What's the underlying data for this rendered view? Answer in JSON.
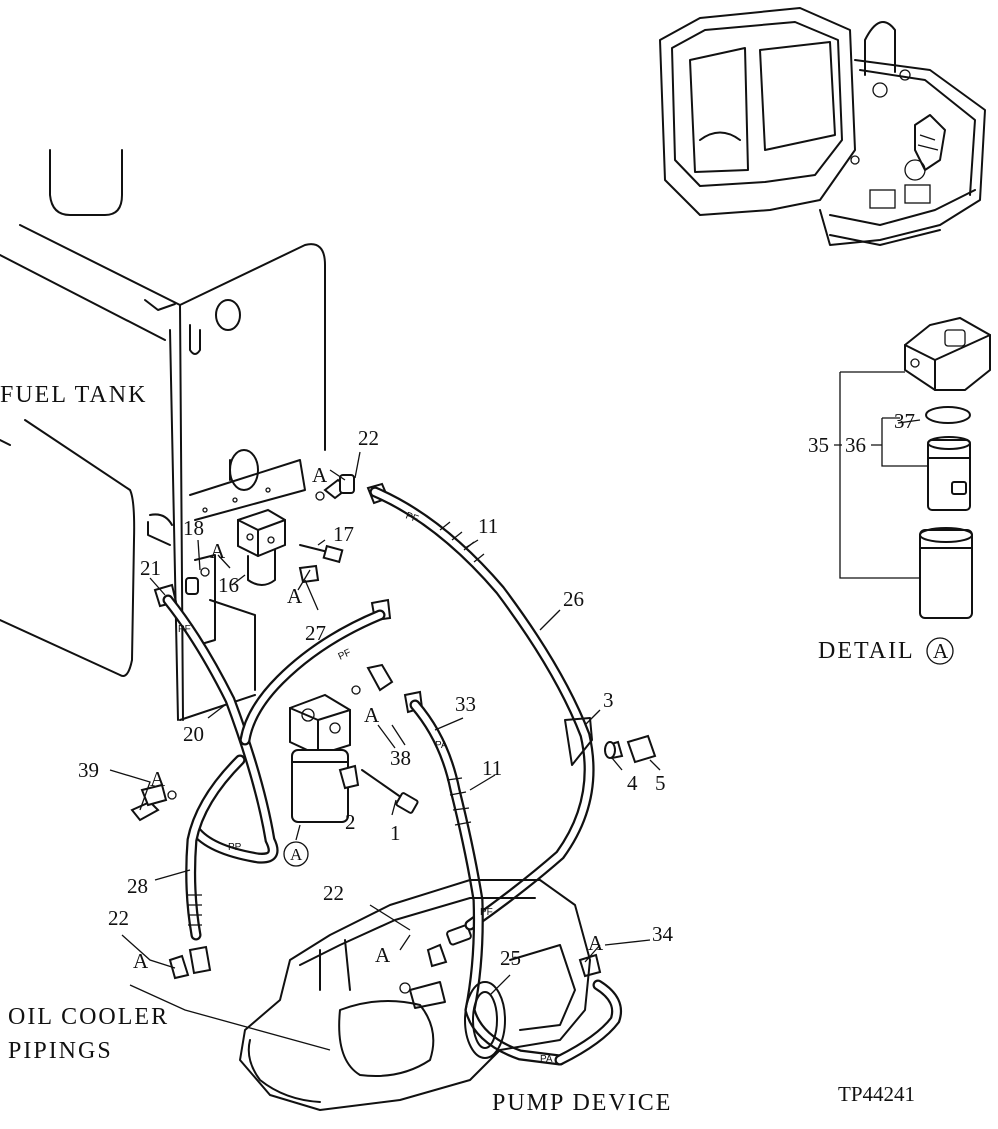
{
  "labels": {
    "fuel_tank": "FUEL TANK",
    "oil_cooler_line1": "OIL COOLER",
    "oil_cooler_line2": "PIPINGS",
    "pump_device": "PUMP DEVICE",
    "figure_code": "TP44241",
    "detail_word": "DETAIL",
    "detail_letter": "A"
  },
  "part_numbers": {
    "p1": "1",
    "p2": "2",
    "p3": "3",
    "p4": "4",
    "p5": "5",
    "p11a": "11",
    "p11b": "11",
    "p16": "16",
    "p17": "17",
    "p18": "18",
    "p20": "20",
    "p21": "21",
    "p22a": "22",
    "p22b": "22",
    "p22c": "22",
    "p25": "25",
    "p26": "26",
    "p27": "27",
    "p28": "28",
    "p33": "33",
    "p34": "34",
    "p35": "35",
    "p36": "36",
    "p37": "37",
    "p38": "38",
    "p39": "39"
  },
  "callout_A": "A",
  "hose_marks": {
    "pf": "PF",
    "pa": "PA",
    "pp": "PP"
  }
}
